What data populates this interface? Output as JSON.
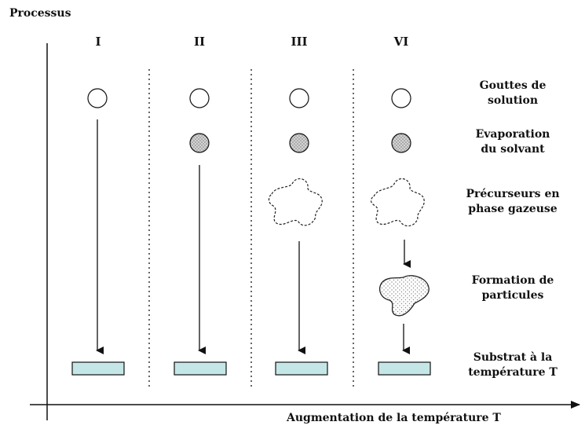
{
  "axes": {
    "y_label": "Processus",
    "x_label": "Augmentation de la température T"
  },
  "columns": [
    "I",
    "II",
    "III",
    "VI"
  ],
  "steps": [
    {
      "line1": "Gouttes de",
      "line2": "solution"
    },
    {
      "line1": "Evaporation",
      "line2": "du solvant"
    },
    {
      "line1": "Précurseurs en",
      "line2": "phase gazeuse"
    },
    {
      "line1": "Formation de",
      "line2": "particules"
    },
    {
      "line1": "Substrat à la",
      "line2": "température T"
    }
  ],
  "colors": {
    "substrate_fill": "#c5e6e6",
    "droplet_dry_fill": "#c8c8c8",
    "stroke": "#111111"
  }
}
